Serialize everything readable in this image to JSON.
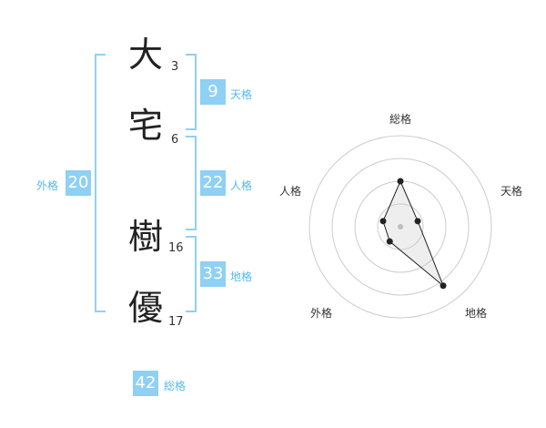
{
  "name": {
    "surname": [
      {
        "char": "大",
        "strokes": "3"
      },
      {
        "char": "宅",
        "strokes": "6"
      }
    ],
    "given": [
      {
        "char": "樹",
        "strokes": "16"
      },
      {
        "char": "優",
        "strokes": "17"
      }
    ]
  },
  "kaku": {
    "tenkaku": {
      "value": "9",
      "label": "天格"
    },
    "jinkaku": {
      "value": "22",
      "label": "人格"
    },
    "chikaku": {
      "value": "33",
      "label": "地格"
    },
    "gaikaku": {
      "value": "20",
      "label": "外格"
    },
    "soukaku": {
      "value": "42",
      "label": "総格"
    }
  },
  "colors": {
    "accent": "#8fd0f5",
    "accent_text": "#55b9ee"
  },
  "chart_data": {
    "type": "radar",
    "axes": [
      "総格",
      "天格",
      "地格",
      "外格",
      "人格"
    ],
    "values": [
      2.5,
      1,
      4,
      1,
      1
    ],
    "rmax": 5,
    "rings": 4
  }
}
